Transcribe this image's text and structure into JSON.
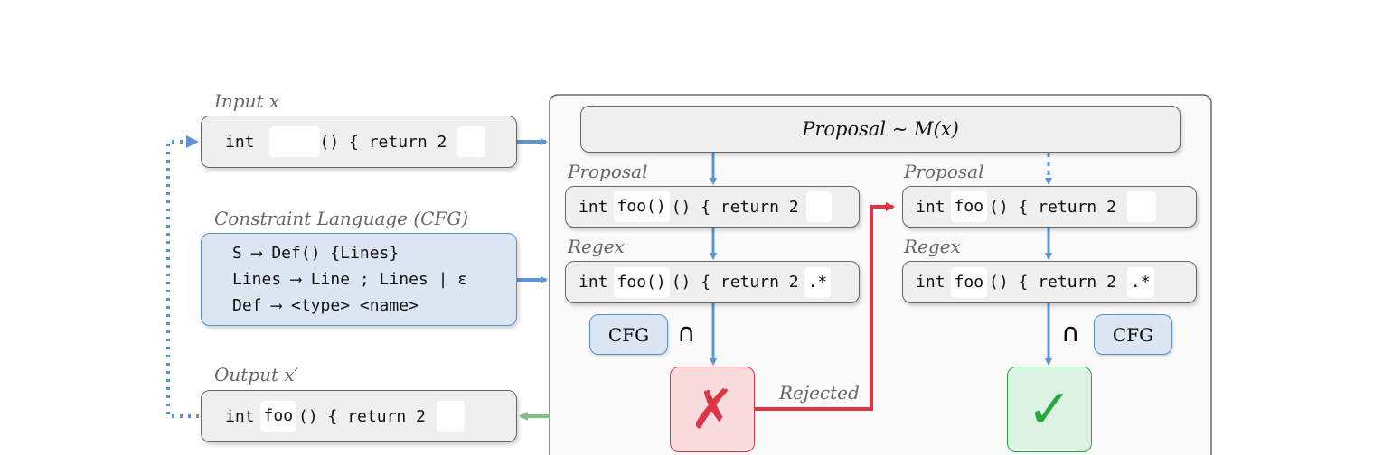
{
  "input": {
    "label": "Input x",
    "tokens": [
      "int",
      "",
      "() { return 2",
      ""
    ]
  },
  "constraint": {
    "label": "Constraint Language (CFG)",
    "rules": [
      "S ⟶ Def() {Lines}",
      "Lines ⟶ Line ; Lines | ε",
      "Def ⟶ <type> <name>"
    ]
  },
  "output": {
    "label": "Output x′",
    "tokens": [
      "int",
      "foo",
      "() { return 2",
      ""
    ]
  },
  "sampler": {
    "title": "Proposal ∼ M(x)",
    "left": {
      "proposal_label": "Proposal",
      "proposal": [
        "int",
        "foo()",
        "() { return 2",
        ""
      ],
      "regex_label": "Regex",
      "regex": [
        "int",
        "foo()",
        "() { return 2",
        ".*"
      ],
      "cfg_badge": "CFG",
      "intersect": "∩",
      "result": "✗",
      "result_label": "Rejected"
    },
    "right": {
      "proposal_label": "Proposal",
      "proposal": [
        "int",
        "foo",
        "() { return 2",
        ""
      ],
      "regex_label": "Regex",
      "regex": [
        "int",
        "foo",
        "() { return 2",
        ".*"
      ],
      "cfg_badge": "CFG",
      "intersect": "∩",
      "result": "✓"
    }
  },
  "colors": {
    "flow": "#5b95d5",
    "reject": "#dc3545",
    "accept": "#28a745",
    "output_arrow": "#7cc47f"
  }
}
